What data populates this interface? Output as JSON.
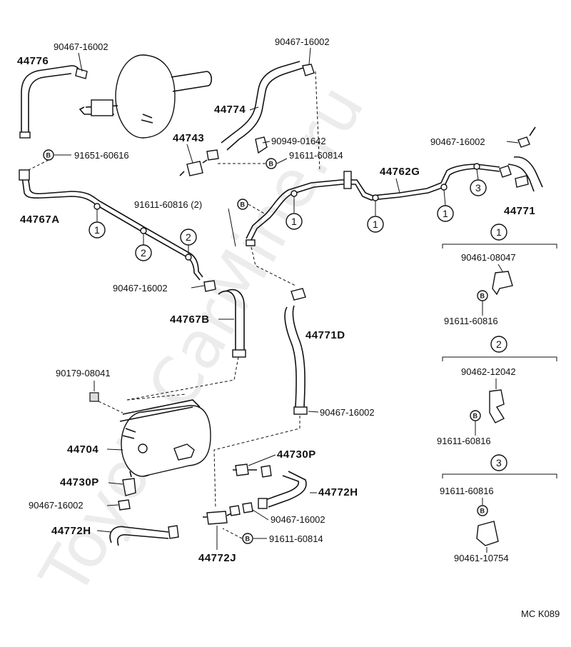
{
  "diagram": {
    "code": "MC K089",
    "watermark": "ToyotaCarMine.ru",
    "parts": {
      "p44776": "44776",
      "p44774": "44774",
      "p44743": "44743",
      "p44762G": "44762G",
      "p44771": "44771",
      "p44767A": "44767A",
      "p44767B": "44767B",
      "p44771D": "44771D",
      "p44704": "44704",
      "p44730P_a": "44730P",
      "p44730P_b": "44730P",
      "p44772H_a": "44772H",
      "p44772H_b": "44772H",
      "p44772J": "44772J"
    },
    "clamps": {
      "c1": "90467-16002",
      "c2": "90467-16002",
      "c3": "90467-16002",
      "c4": "90467-16002",
      "c5": "90467-16002",
      "c6": "90467-16002",
      "c7": "90467-16002",
      "u1": "90949-01642",
      "u2": "90179-08041"
    },
    "bolts": {
      "b1": "91651-60616",
      "b2": "91611-60814",
      "b3": "91611-60816 (2)",
      "b4": "91611-60814",
      "letter": "B"
    },
    "callouts": {
      "one": "1",
      "two": "2",
      "three": "3"
    },
    "legend": {
      "g1": {
        "num": "1",
        "clip": "90461-08047",
        "bolt": "91611-60816"
      },
      "g2": {
        "num": "2",
        "clip": "90462-12042",
        "bolt": "91611-60816"
      },
      "g3": {
        "num": "3",
        "bolt": "91611-60816",
        "clip": "90461-10754"
      }
    }
  }
}
